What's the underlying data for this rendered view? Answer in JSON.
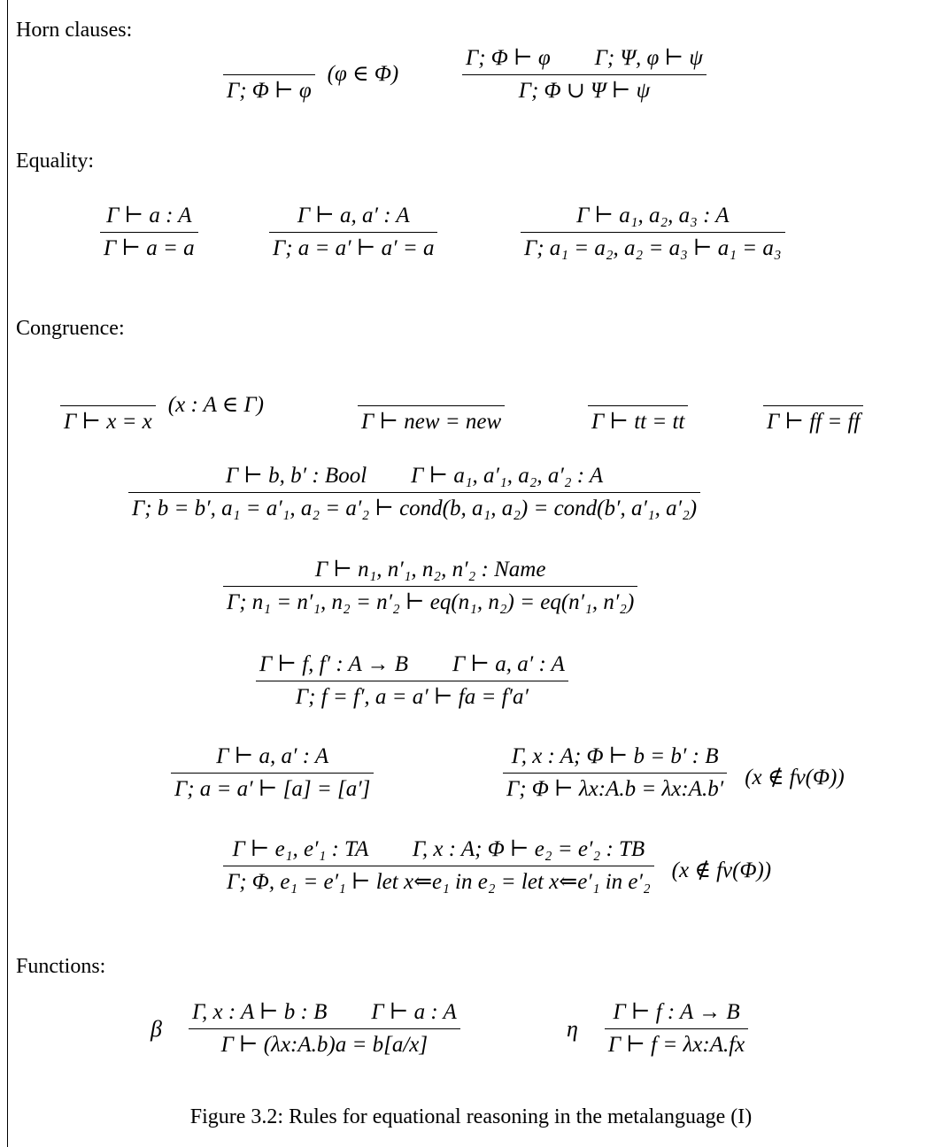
{
  "sections": {
    "horn": "Horn clauses:",
    "equality": "Equality:",
    "congruence": "Congruence:",
    "functions": "Functions:"
  },
  "horn_rules": {
    "axiom": {
      "premise": "",
      "conclusion": "Γ; Φ ⊢ φ",
      "side": "(φ ∈ Φ)"
    },
    "cut": {
      "premise": "Γ; Φ ⊢ φ        Γ; Ψ, φ ⊢ ψ",
      "conclusion": "Γ; Φ ∪ Ψ ⊢ ψ"
    }
  },
  "equality_rules": {
    "refl": {
      "premise": "Γ ⊢ a : A",
      "conclusion": "Γ ⊢ a = a"
    },
    "sym": {
      "premise": "Γ ⊢ a, a′ : A",
      "conclusion": "Γ; a = a′ ⊢ a′ = a"
    },
    "trans": {
      "premise": "Γ ⊢ a₁, a₂, a₃ : A",
      "conclusion": "Γ; a₁ = a₂, a₂ = a₃ ⊢ a₁ = a₃"
    }
  },
  "congruence_rules": {
    "var": {
      "premise": "",
      "conclusion": "Γ ⊢ x = x",
      "side": "(x : A ∈ Γ)"
    },
    "new": {
      "premise": "",
      "conclusion": "Γ ⊢ new = new"
    },
    "tt": {
      "premise": "",
      "conclusion": "Γ ⊢ tt = tt"
    },
    "ff": {
      "premise": "",
      "conclusion": "Γ ⊢ ff = ff"
    },
    "cond": {
      "premise": "Γ ⊢ b, b′ : Bool        Γ ⊢ a₁, a′₁, a₂, a′₂ : A",
      "conclusion": "Γ; b = b′, a₁ = a′₁, a₂ = a′₂ ⊢ cond(b, a₁, a₂) = cond(b′, a′₁, a′₂)"
    },
    "eq": {
      "premise": "Γ ⊢ n₁, n′₁, n₂, n′₂ : Name",
      "conclusion": "Γ; n₁ = n′₁, n₂ = n′₂ ⊢ eq(n₁, n₂) = eq(n′₁, n′₂)"
    },
    "app": {
      "premise": "Γ ⊢ f, f′ : A → B        Γ ⊢ a, a′ : A",
      "conclusion": "Γ; f = f′, a = a′ ⊢ fa = f′a′"
    },
    "unit": {
      "premise": "Γ ⊢ a, a′ : A",
      "conclusion": "Γ; a = a′ ⊢ [a] = [a′]"
    },
    "lambda": {
      "premise": "Γ, x : A; Φ ⊢ b = b′ : B",
      "conclusion": "Γ; Φ ⊢ λx:A.b = λx:A.b′",
      "side": "(x ∉ fv(Φ))"
    },
    "let": {
      "premise": "Γ ⊢ e₁, e′₁ : TA        Γ, x : A; Φ ⊢ e₂ = e′₂ : TB",
      "conclusion": "Γ; Φ, e₁ = e′₁ ⊢ let x⇐e₁ in e₂ = let x⇐e′₁ in e′₂",
      "side": "(x ∉ fv(Φ))"
    }
  },
  "function_rules": {
    "beta": {
      "label": "β",
      "premise": "Γ, x : A ⊢ b : B        Γ ⊢ a : A",
      "conclusion": "Γ ⊢ (λx:A.b)a = b[a/x]"
    },
    "eta": {
      "label": "η",
      "premise": "Γ ⊢ f : A → B",
      "conclusion": "Γ ⊢ f = λx:A.fx"
    }
  },
  "caption": "Figure 3.2: Rules for equational reasoning in the metalanguage (I)"
}
